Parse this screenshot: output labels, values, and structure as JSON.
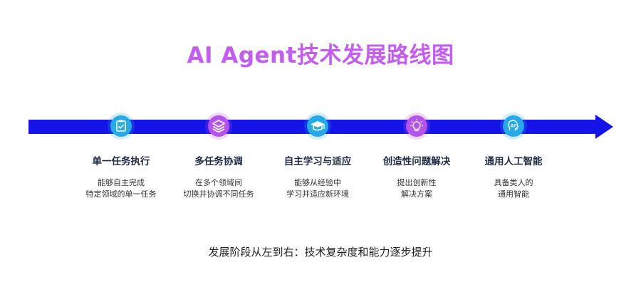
{
  "title": "AI Agent技术发展路线图",
  "colors": {
    "title": "#c45cf0",
    "arrow": "#1414e6",
    "footer": "#222222"
  },
  "milestones": [
    {
      "icon": "clipboard-check-icon",
      "color": "#27a9e8",
      "title": "单一任务执行",
      "desc_line1": "能够自主完成",
      "desc_line2": "特定领域的单一任务"
    },
    {
      "icon": "layers-icon",
      "color": "#b653ec",
      "title": "多任务协调",
      "desc_line1": "在多个领域间",
      "desc_line2": "切换并协调不同任务"
    },
    {
      "icon": "graduation-cap-icon",
      "color": "#27a9e8",
      "title": "自主学习与适应",
      "desc_line1": "能够从经验中",
      "desc_line2": "学习并适应新环境"
    },
    {
      "icon": "lightbulb-icon",
      "color": "#b653ec",
      "title": "创造性问题解决",
      "desc_line1": "提出创新性",
      "desc_line2": "解决方案"
    },
    {
      "icon": "ai-head-icon",
      "color": "#27a9e8",
      "title": "通用人工智能",
      "desc_line1": "具备类人的",
      "desc_line2": "通用智能",
      "icon_text": "AI"
    }
  ],
  "footer": "发展阶段从左到右：技术复杂度和能力逐步提升"
}
